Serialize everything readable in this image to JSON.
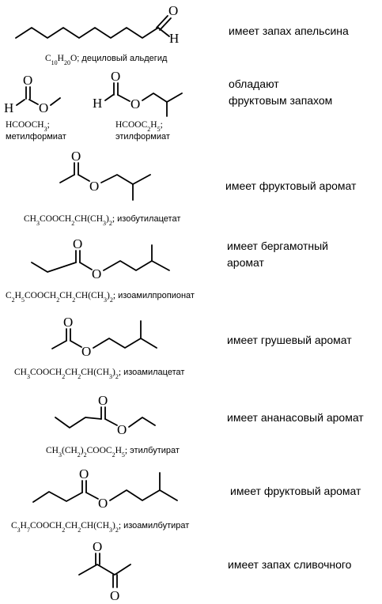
{
  "atoms": {
    "oxygen": "O",
    "hydrogen": "H",
    "carbon": "C"
  },
  "entries": [
    {
      "formula": [
        "C",
        {
          "sub": "10"
        },
        "H",
        {
          "sub": "20"
        },
        "O"
      ],
      "name": "; дециловый альдегид",
      "aroma": "имеет запах апельсина"
    },
    {
      "formula": [
        "HCOOCH",
        {
          "sub": "3"
        },
        ";"
      ],
      "name": "метилформиат",
      "aroma_lines": [
        "обладают",
        "фруктовым запахом"
      ]
    },
    {
      "formula": [
        "HCOOC",
        {
          "sub": "2"
        },
        "H",
        {
          "sub": "5"
        },
        ";"
      ],
      "name": "этилформиат"
    },
    {
      "formula": [
        "CH",
        {
          "sub": "3"
        },
        "COOCH",
        {
          "sub": "2"
        },
        "CH(CH",
        {
          "sub": "3"
        },
        ")",
        {
          "sub": "2"
        },
        ";"
      ],
      "name": " изобутилацетат",
      "aroma": "имеет фруктовый аромат"
    },
    {
      "formula": [
        "C",
        {
          "sub": "2"
        },
        "H",
        {
          "sub": "5"
        },
        "COOCH",
        {
          "sub": "2"
        },
        "CH",
        {
          "sub": "2"
        },
        "CH(CH",
        {
          "sub": "3"
        },
        ")",
        {
          "sub": "2"
        },
        ";"
      ],
      "name": " изоамилпропионат",
      "aroma_lines": [
        "имеет бергамотный",
        "аромат"
      ]
    },
    {
      "formula": [
        "CH",
        {
          "sub": "3"
        },
        "COOCH",
        {
          "sub": "2"
        },
        "CH",
        {
          "sub": "2"
        },
        "CH(CH",
        {
          "sub": "3"
        },
        ")",
        {
          "sub": "2"
        },
        ";"
      ],
      "name": " изоамилацетат",
      "aroma": "имеет грушевый аромат"
    },
    {
      "formula": [
        "CH",
        {
          "sub": "3"
        },
        "(CH",
        {
          "sub": "2"
        },
        ")",
        {
          "sub": "2"
        },
        "COOC",
        {
          "sub": "2"
        },
        "H",
        {
          "sub": "5"
        },
        ";"
      ],
      "name": " этилбутират",
      "aroma": "имеет ананасовый аромат"
    },
    {
      "formula": [
        "C",
        {
          "sub": "3"
        },
        "H",
        {
          "sub": "7"
        },
        "COOCH",
        {
          "sub": "2"
        },
        "CH",
        {
          "sub": "2"
        },
        "CH(CH",
        {
          "sub": "3"
        },
        ")",
        {
          "sub": "2"
        },
        ";"
      ],
      "name": " изоамилбутират",
      "aroma": "имеет фруктовый аромат"
    },
    {
      "aroma": "имеет запах сливочного"
    }
  ]
}
